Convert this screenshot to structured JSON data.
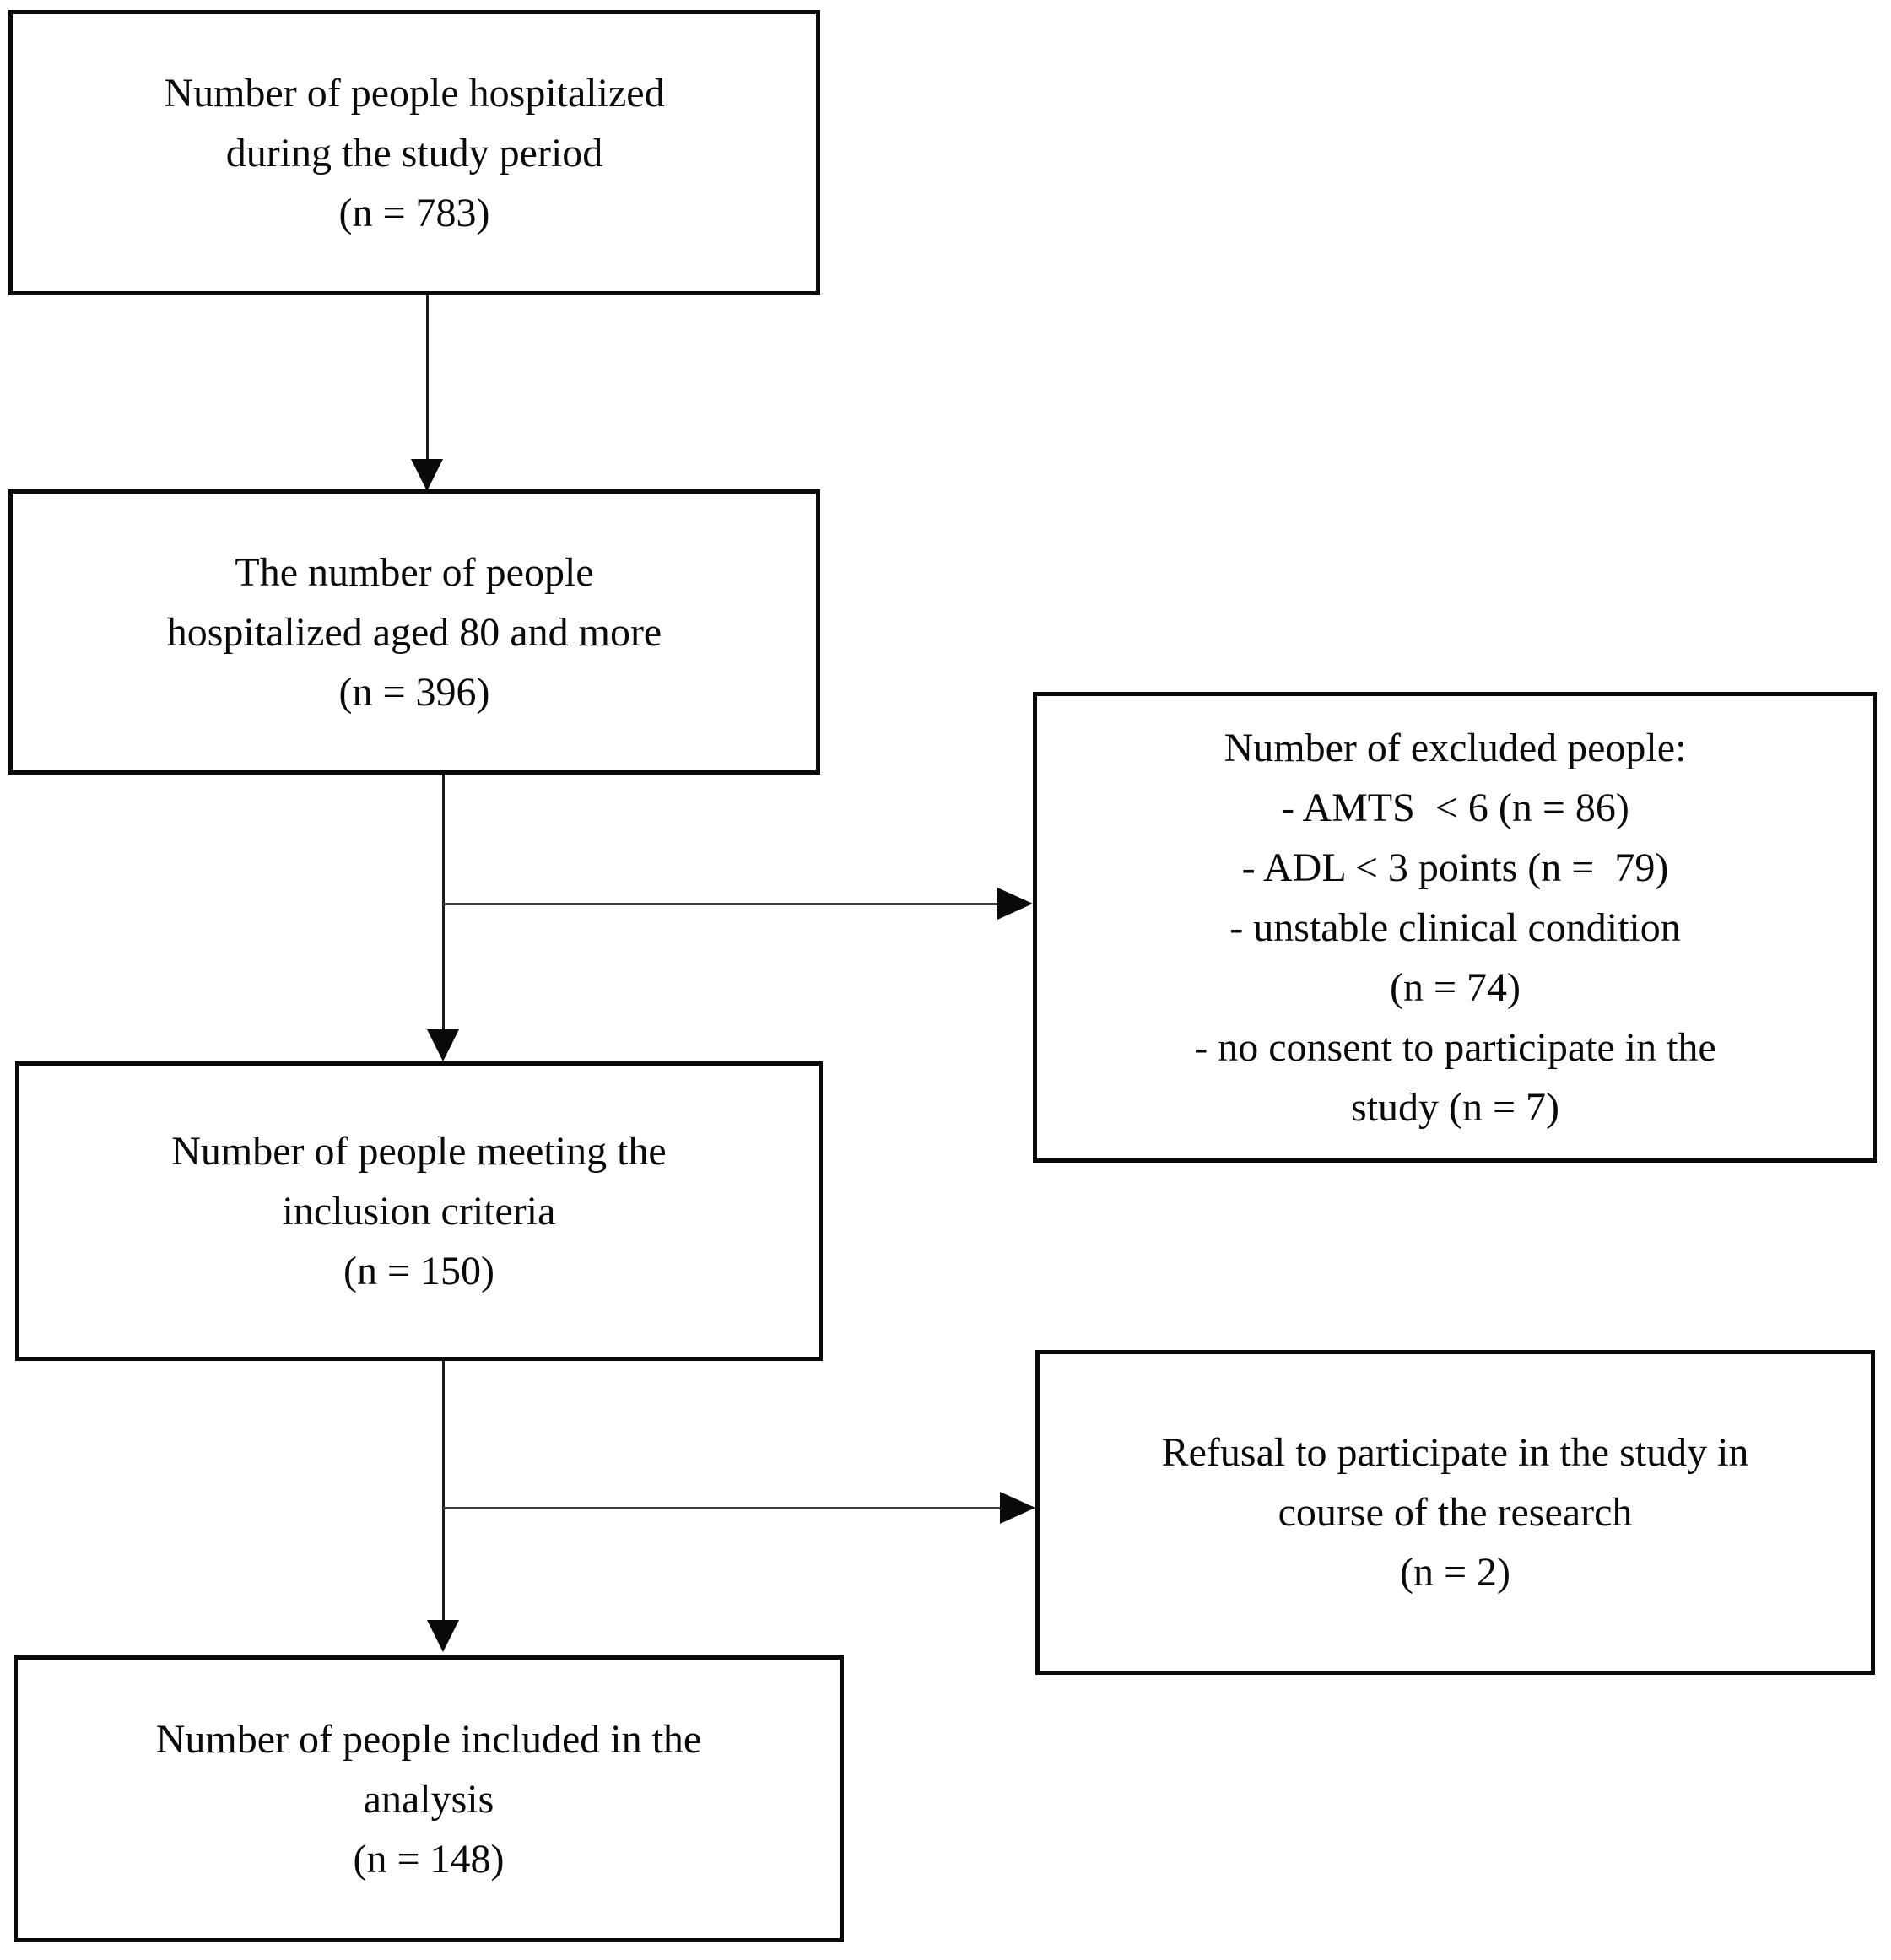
{
  "diagram": {
    "colors": {
      "border": "#0a0a0a",
      "background": "#ffffff",
      "text": "#0a0a0a"
    },
    "nodes": {
      "hospitalized": {
        "lines": [
          "Number of people hospitalized",
          "during the study period",
          "(n = 783)"
        ]
      },
      "aged": {
        "lines": [
          "The number of people",
          "hospitalized aged 80 and more",
          "(n = 396)"
        ]
      },
      "excluded": {
        "lines": [
          "Number of excluded people:",
          "- AMTS  < 6 (n = 86)",
          "- ADL < 3 points (n =  79)",
          "- unstable clinical condition",
          "(n = 74)",
          "- no consent to participate in the",
          "study (n = 7)"
        ]
      },
      "inclusion": {
        "lines": [
          "Number of people meeting the",
          "inclusion criteria",
          "(n = 150)"
        ]
      },
      "refusal": {
        "lines": [
          "Refusal to participate in the study in",
          "course of the research",
          "(n = 2)"
        ]
      },
      "analysis": {
        "lines": [
          "Number of people included in the",
          "analysis",
          "(n = 148)"
        ]
      }
    }
  }
}
